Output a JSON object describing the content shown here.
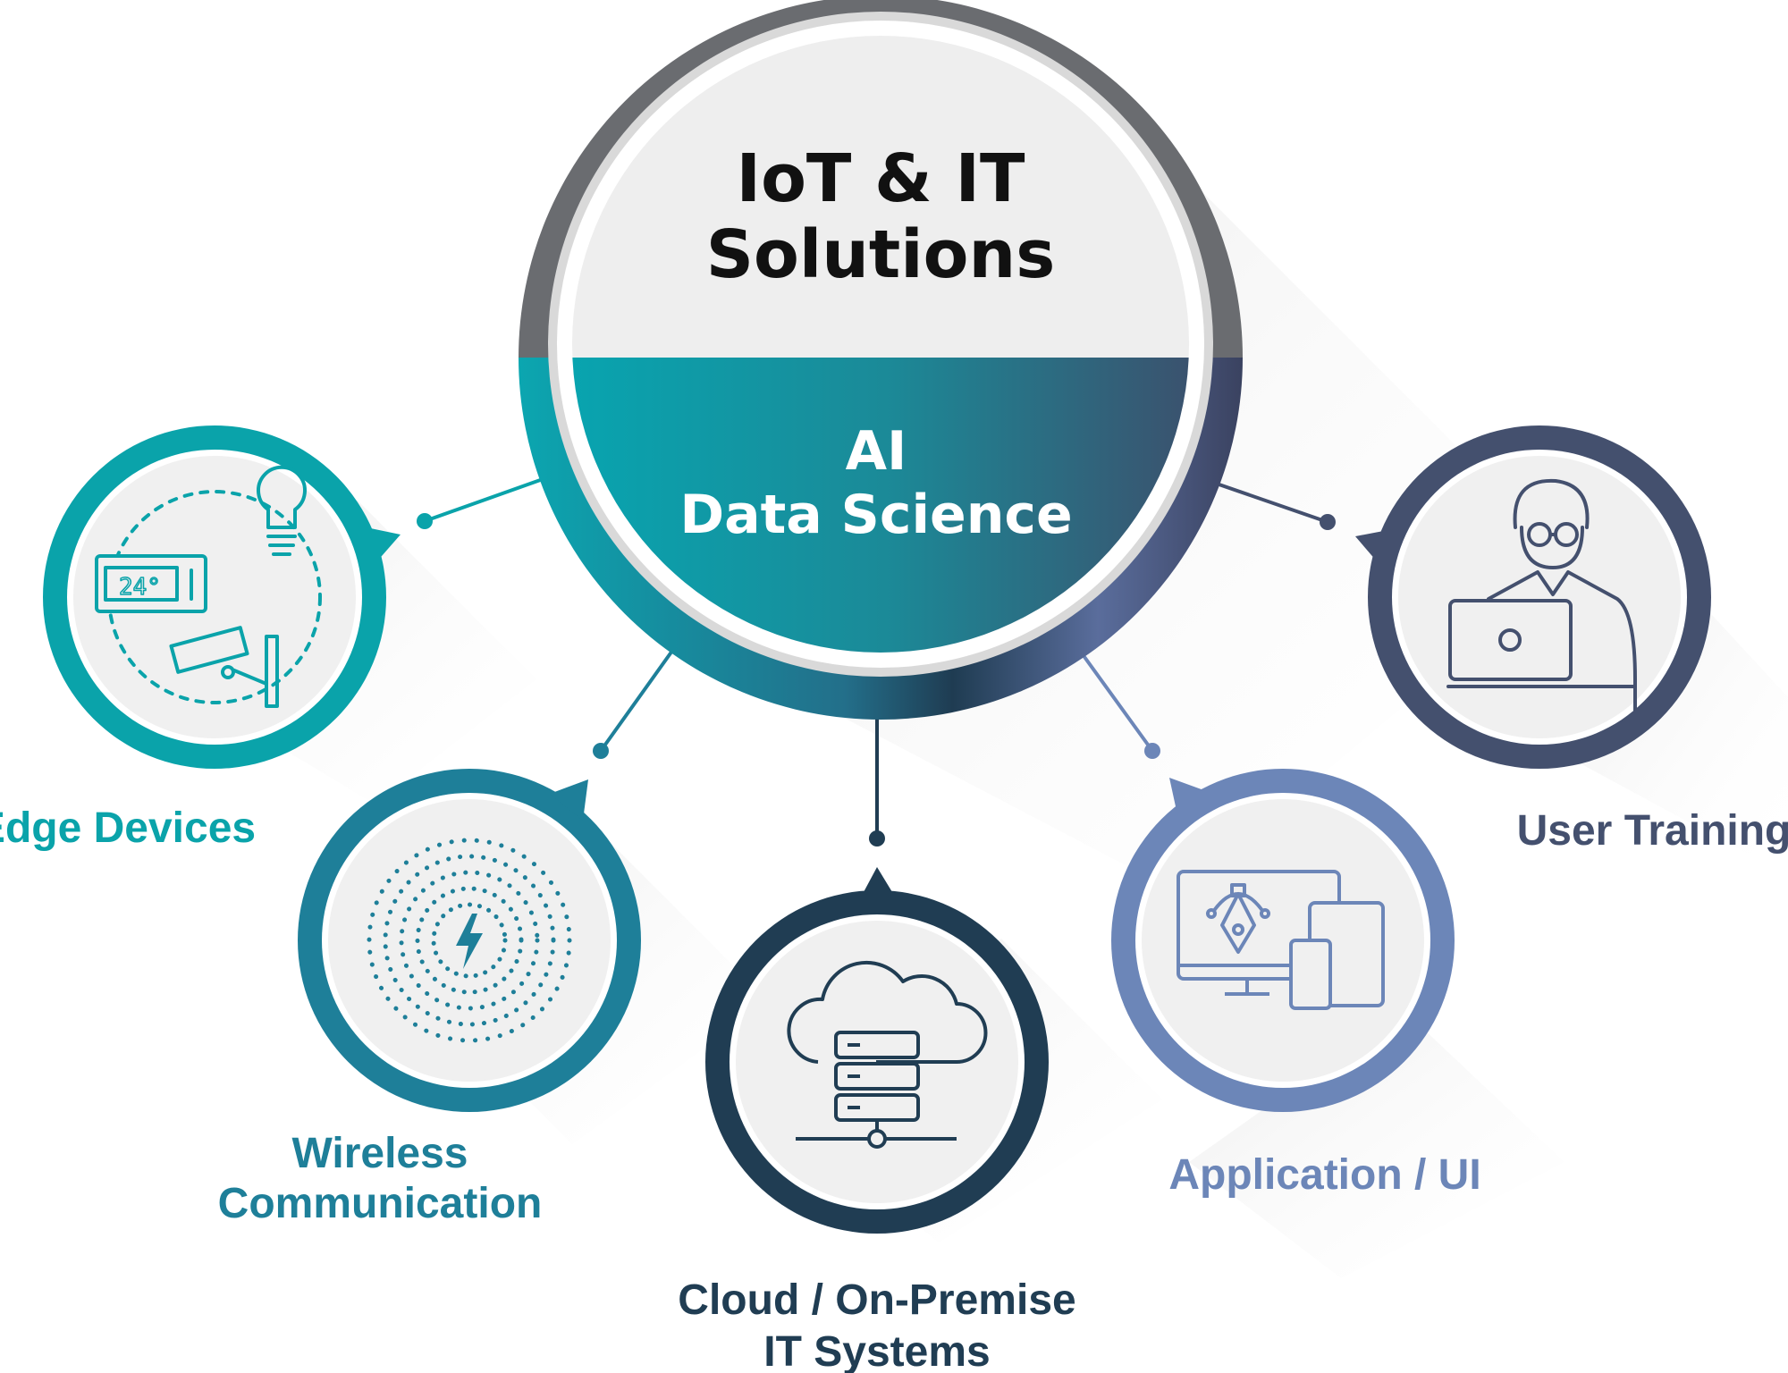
{
  "center": {
    "title_line1": "IoT & IT",
    "title_line2": "Solutions",
    "sub_line1": "AI",
    "sub_line2": "Data Science"
  },
  "nodes": [
    {
      "id": "edge-devices",
      "label_lines": [
        "Edge Devices"
      ],
      "color": "#0aa3aa",
      "icon": "smart-home-devices-icon"
    },
    {
      "id": "wireless-communication",
      "label_lines": [
        "Wireless",
        "Communication"
      ],
      "color": "#1e7f99",
      "icon": "wireless-signal-icon"
    },
    {
      "id": "cloud-on-premise",
      "label_lines": [
        "Cloud / On-Premise",
        "IT Systems"
      ],
      "color": "#203d53",
      "icon": "cloud-server-icon"
    },
    {
      "id": "application-ui",
      "label_lines": [
        "Application / UI"
      ],
      "color": "#6c86b8",
      "icon": "multi-device-design-icon"
    },
    {
      "id": "user-training",
      "label_lines": [
        "User Training"
      ],
      "color": "#44506e",
      "icon": "user-laptop-icon"
    }
  ],
  "colors": {
    "top_ring": "#6a6c70",
    "teal": "#0aa3aa",
    "slate": "#3e4a66",
    "light_fill": "#eeeeee"
  }
}
